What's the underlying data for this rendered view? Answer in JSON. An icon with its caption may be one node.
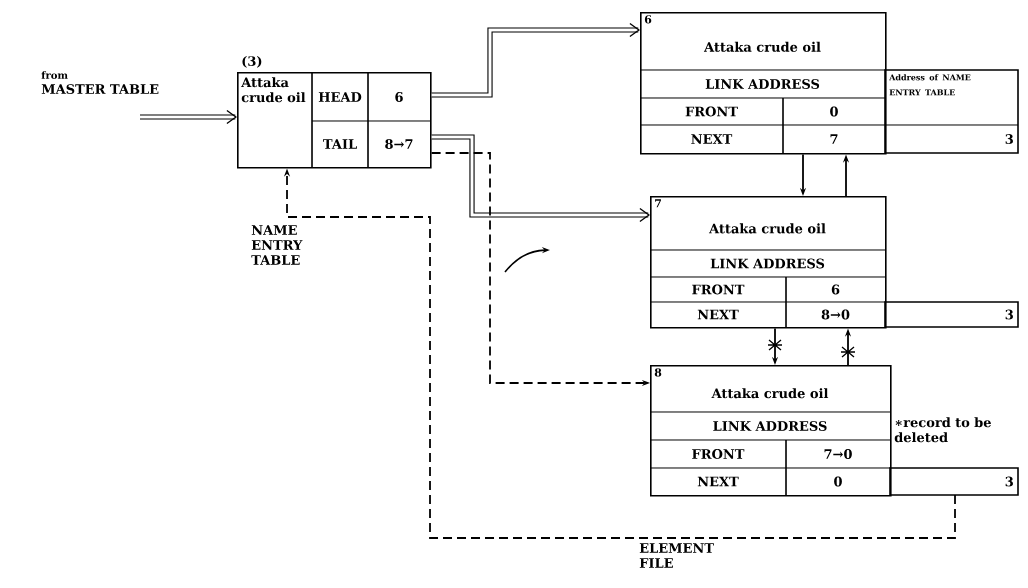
{
  "diagram": {
    "nodes": [
      {
        "text": [
          "from",
          "MASTER TABLE"
        ]
      },
      {
        "text": [
          "(3)",
          "Attaka crude oil",
          "HEAD",
          "6",
          "TAIL",
          "8→7"
        ]
      },
      {
        "text": [
          "6",
          "Attaka crude oil",
          "LINK ADDRESS",
          "FRONT",
          "0",
          "NEXT",
          "7",
          "Address of NAME ENTRY TABLE",
          "3"
        ]
      },
      {
        "text": [
          "7",
          "Attaka crude oil",
          "LINK ADDRESS",
          "FRONT",
          "6",
          "NEXT",
          "8→0",
          "3"
        ]
      },
      {
        "text": [
          "8",
          "Attaka crude oil",
          "LINK ADDRESS",
          "FRONT",
          "7→0",
          "NEXT",
          "0",
          "∗record to be deleted",
          "3"
        ]
      }
    ],
    "edges": [
      {
        "from": null,
        "to": 1,
        "arrow": "to",
        "style": "thick"
      },
      {
        "from": 1,
        "to": 2,
        "arrow": "to",
        "style": "thick"
      },
      {
        "from": 1,
        "to": 3,
        "arrow": "to",
        "style": "thick"
      },
      {
        "from": 1,
        "to": 4,
        "arrow": "to",
        "style": "dashed"
      },
      {
        "from": 2,
        "to": 3,
        "arrow": "to"
      },
      {
        "from": 3,
        "to": 2,
        "arrow": "to"
      },
      {
        "from": 3,
        "to": 4,
        "arrow": "to"
      },
      {
        "from": 4,
        "to": 3,
        "arrow": "to"
      },
      {
        "from": 4,
        "to": 1,
        "arrow": "to",
        "style": "dashed"
      }
    ],
    "labels": [
      "NAME ENTRY TABLE",
      "ELEMENT FILE"
    ]
  }
}
